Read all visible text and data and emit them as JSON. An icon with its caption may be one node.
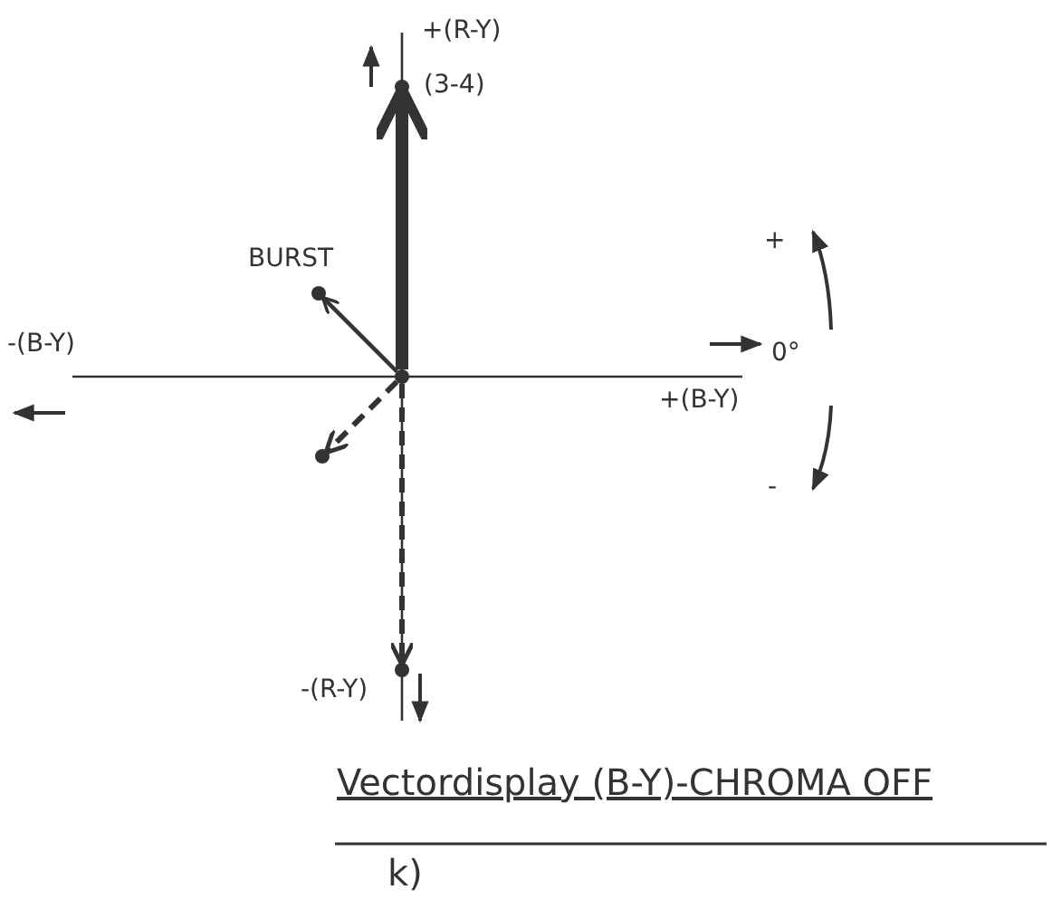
{
  "diagram": {
    "caption": "Vectordisplay (B-Y)-CHROMA OFF",
    "nodes": [
      {
        "text": [],
        "shape": "circle"
      },
      {
        "text": [],
        "shape": "circle",
        "beside": [
          "(3-4)"
        ]
      },
      {
        "text": [],
        "shape": "circle",
        "beside": [
          "BURST"
        ]
      },
      {
        "text": [],
        "shape": "circle"
      },
      {
        "text": [],
        "shape": "circle"
      }
    ],
    "edges": [
      {
        "from": 0,
        "to": 1,
        "arrow": "to",
        "style": "thick"
      },
      {
        "from": 0,
        "to": 2,
        "arrow": "to"
      },
      {
        "from": 0,
        "to": 3,
        "arrow": "to",
        "style": "dashed"
      },
      {
        "from": 0,
        "to": 4,
        "arrow": "to",
        "style": "dashed"
      }
    ],
    "labels": [
      "+(R-Y)",
      "-(B-Y)",
      "+",
      "0°",
      "+(B-Y)",
      "-",
      "-(R-Y)",
      "k)"
    ]
  }
}
